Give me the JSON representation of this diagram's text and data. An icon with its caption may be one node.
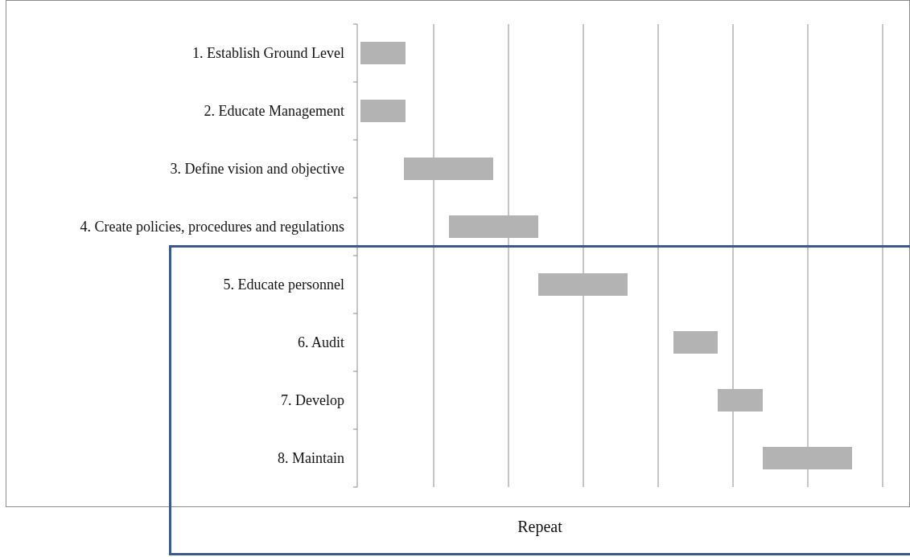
{
  "diagram": {
    "nodes": [
      {
        "text": [
          "Repeat"
        ]
      }
    ],
    "labels": [
      "1. Establish Ground Level",
      "2. Educate Management",
      "3. Define vision and objective",
      "4. Create policies, procedures and regulations",
      "5. Educate personnel",
      "6. Audit",
      "7. Develop",
      "8. Maintain"
    ]
  }
}
